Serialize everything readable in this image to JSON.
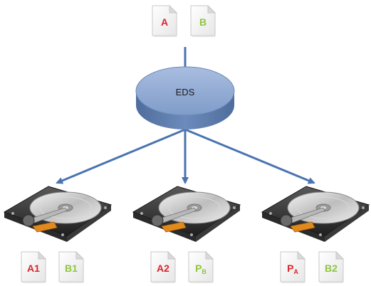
{
  "colors": {
    "red_label": "#d8262c",
    "green_label": "#8cc63f",
    "arrow": "#4a74b0",
    "eds_fill": "#7e9cc7",
    "eds_side": "#5b7aa8"
  },
  "source_docs": [
    {
      "label": "A",
      "color": "red"
    },
    {
      "label": "B",
      "color": "green"
    }
  ],
  "eds": {
    "label": "EDS"
  },
  "drives": [
    {
      "docs": [
        {
          "label": "A1",
          "sub": "",
          "color": "red"
        },
        {
          "label": "B1",
          "sub": "",
          "color": "green"
        }
      ]
    },
    {
      "docs": [
        {
          "label": "A2",
          "sub": "",
          "color": "red"
        },
        {
          "label": "P",
          "sub": "B",
          "color": "green"
        }
      ]
    },
    {
      "docs": [
        {
          "label": "P",
          "sub": "A",
          "color": "red"
        },
        {
          "label": "B2",
          "sub": "",
          "color": "green"
        }
      ]
    }
  ],
  "icons": {
    "drive": "hard-disk-drive-icon",
    "doc": "document-icon"
  }
}
